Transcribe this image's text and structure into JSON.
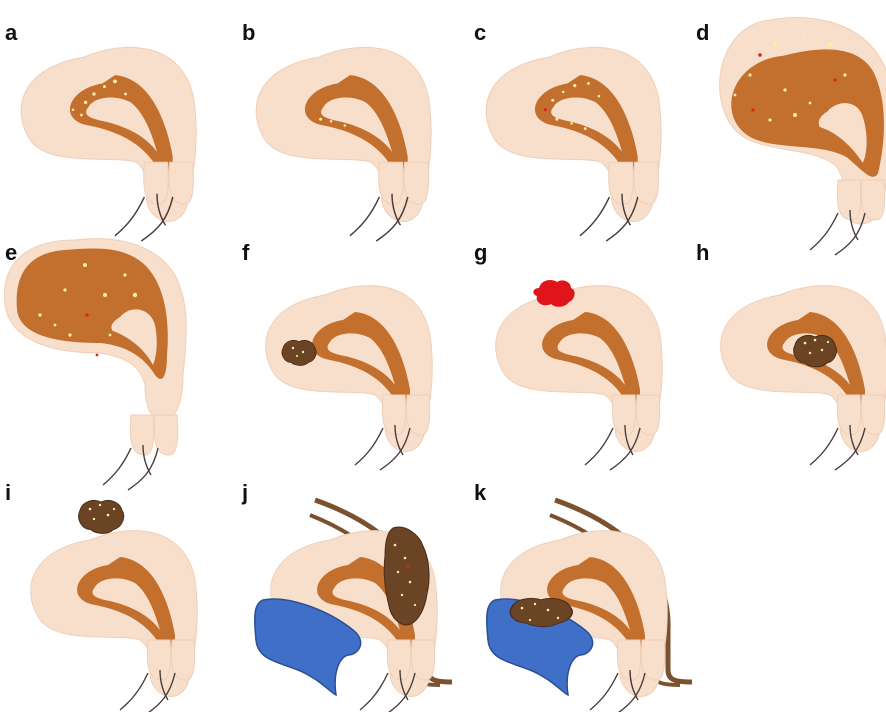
{
  "colors": {
    "skin": "#f8dfcb",
    "skin_edge": "#efcfb8",
    "endometrium": "#c3702e",
    "dark_lesion": "#6b4426",
    "clot": "#e0151b",
    "speck": "#f7f0a8",
    "red_speck": "#d32a1f",
    "bladder": "#3f6fc6",
    "bladder_edge": "#2d4f98",
    "line": "#4a3c3c",
    "rectum": "#7a5230"
  },
  "panels": [
    {
      "label": "a",
      "variant": "specks"
    },
    {
      "label": "b",
      "variant": "few-specks"
    },
    {
      "label": "c",
      "variant": "specks"
    },
    {
      "label": "d",
      "variant": "enlarged"
    },
    {
      "label": "e",
      "variant": "enlarged-wide"
    },
    {
      "label": "f",
      "variant": "anterior-mass"
    },
    {
      "label": "g",
      "variant": "fundal-clot"
    },
    {
      "label": "h",
      "variant": "cavity-mass"
    },
    {
      "label": "i",
      "variant": "serosal-mass"
    },
    {
      "label": "j",
      "variant": "posterior-mass-bladder"
    },
    {
      "label": "k",
      "variant": "anterior-mass-bladder"
    }
  ]
}
